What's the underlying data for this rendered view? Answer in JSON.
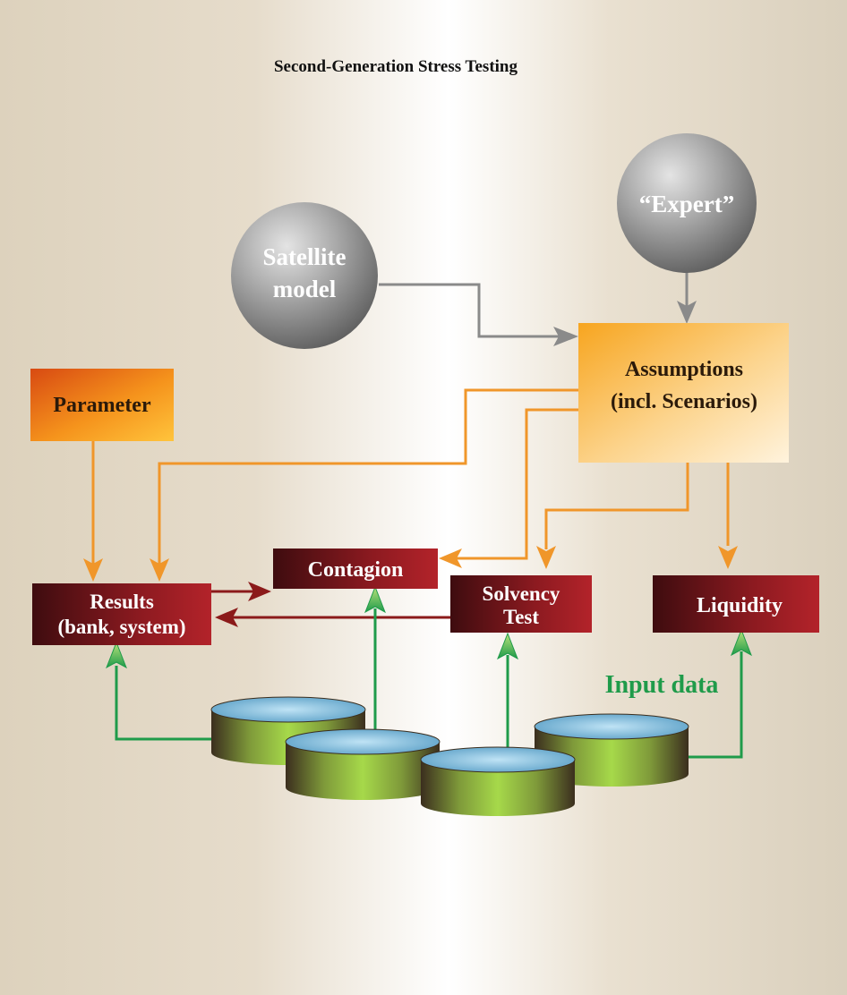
{
  "title": "Second-Generation Stress Testing",
  "nodes": {
    "expert": "“Expert”",
    "satellite_line1": "Satellite",
    "satellite_line2": "model",
    "assumptions_line1": "Assumptions",
    "assumptions_line2": "(incl. Scenarios)",
    "parameter": "Parameter",
    "contagion": "Contagion",
    "results_line1": "Results",
    "results_line2": "(bank, system)",
    "solvency_line1": "Solvency",
    "solvency_line2": "Test",
    "liquidity": "Liquidity"
  },
  "input_data_label": "Input data",
  "colors": {
    "orange_arrow": "#f0962a",
    "grey_arrow": "#8a8a8a",
    "darkred_arrow": "#8b1a1a",
    "green_arrow": "#1f9b4a",
    "input_label": "#1f9b4a"
  }
}
